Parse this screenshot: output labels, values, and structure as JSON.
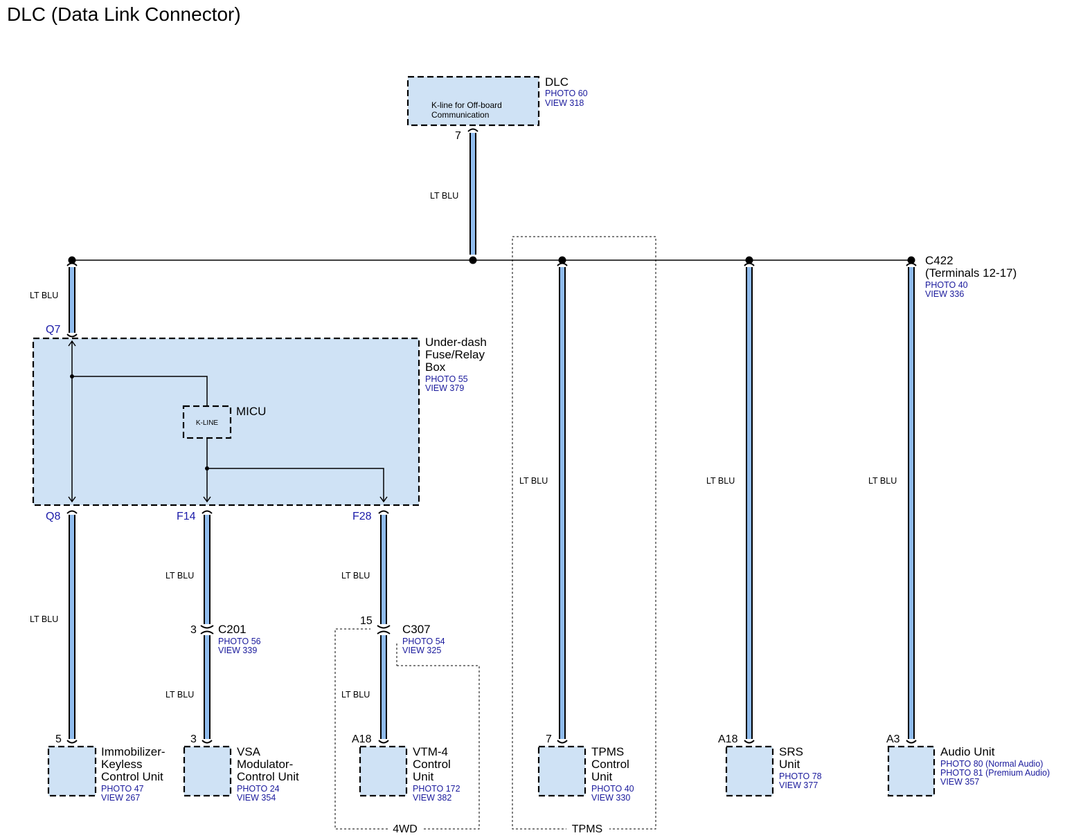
{
  "title": "DLC (Data Link Connector)",
  "dlc": {
    "name": "DLC",
    "photo": "PHOTO 60",
    "view": "VIEW 318",
    "desc_line1": "K-line for Off-board",
    "desc_line2": "Communication",
    "pin": "7"
  },
  "c422": {
    "name": "C422",
    "terminals": "(Terminals 12-17)",
    "photo": "PHOTO 40",
    "view": "VIEW 336"
  },
  "fuse_box": {
    "name_line1": "Under-dash",
    "name_line2": "Fuse/Relay",
    "name_line3": "Box",
    "photo": "PHOTO 55",
    "view": "VIEW 379",
    "terminal_top": "Q7",
    "terminals_bottom": [
      "Q8",
      "F14",
      "F28"
    ]
  },
  "micu": {
    "name": "MICU",
    "inner_label": "K-LINE"
  },
  "c201": {
    "name": "C201",
    "photo": "PHOTO 56",
    "view": "VIEW 339",
    "pin": "3"
  },
  "c307": {
    "name": "C307",
    "photo": "PHOTO 54",
    "view": "VIEW 325",
    "pin": "15"
  },
  "wire_color": "LT BLU",
  "components": {
    "immobilizer": {
      "line1": "Immobilizer-",
      "line2": "Keyless",
      "line3": "Control Unit",
      "photo": "PHOTO 47",
      "view": "VIEW 267",
      "pin": "5"
    },
    "vsa": {
      "line1": "VSA",
      "line2": "Modulator-",
      "line3": "Control Unit",
      "photo": "PHOTO 24",
      "view": "VIEW 354",
      "pin": "3"
    },
    "vtm4": {
      "line1": "VTM-4",
      "line2": "Control",
      "line3": "Unit",
      "photo": "PHOTO 172",
      "view": "VIEW 382",
      "pin": "A18"
    },
    "tpms": {
      "line1": "TPMS",
      "line2": "Control",
      "line3": "Unit",
      "photo": "PHOTO 40",
      "view": "VIEW 330",
      "pin": "7"
    },
    "srs": {
      "line1": "SRS",
      "line2": "Unit",
      "photo": "PHOTO 78",
      "view": "VIEW 377",
      "pin": "A18"
    },
    "audio": {
      "line1": "Audio Unit",
      "photo1": "PHOTO 80 (Normal Audio)",
      "photo2": "PHOTO 81 (Premium Audio)",
      "view": "VIEW 357",
      "pin": "A3"
    }
  },
  "groups": {
    "g4wd": "4WD",
    "tpms": "TPMS"
  }
}
